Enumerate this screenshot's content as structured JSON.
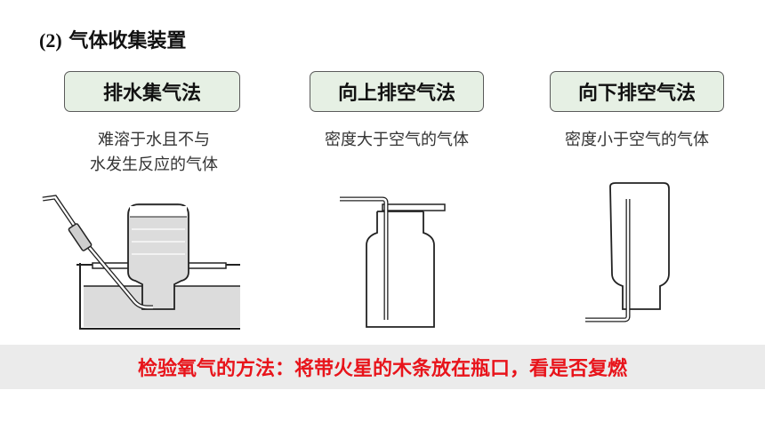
{
  "heading": {
    "number": "(2)",
    "text": "气体收集装置"
  },
  "methods": [
    {
      "label": "排水集气法",
      "condition_line1": "难溶于水且不与",
      "condition_line2": "水发生反应的气体"
    },
    {
      "label": "向上排空气法",
      "condition_line1": "密度大于空气的气体"
    },
    {
      "label": "向下排空气法",
      "condition_line1": "密度小于空气的气体"
    }
  ],
  "banner": {
    "text": "检验氧气的方法：将带火星的木条放在瓶口，看是否复燃",
    "color": "#e8141b"
  },
  "colors": {
    "box_fill": "#e6f0e4",
    "water": "#dcdcdc",
    "line": "#222222"
  }
}
